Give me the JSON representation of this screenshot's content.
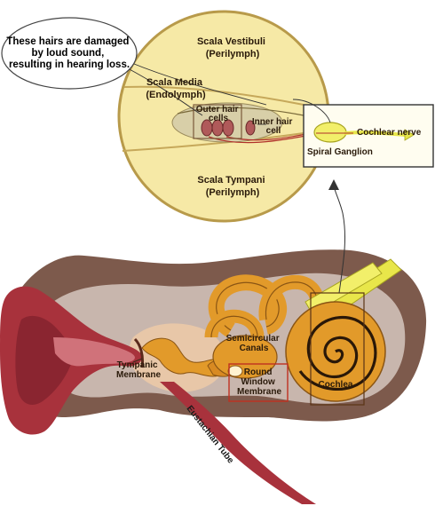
{
  "colors": {
    "circle_fill": "#f6e9a6",
    "circle_stroke": "#b89a4a",
    "ear_outer": "#7d5a4c",
    "ear_mid": "#c8b6ad",
    "canal_red": "#a8323c",
    "cochlea_orange": "#e29a2a",
    "nerve_yellow": "#e8e64a",
    "callout_red": "#c03020"
  },
  "labels": {
    "callout_text": [
      "These hairs are damaged",
      "by loud sound,",
      "resulting in hearing loss."
    ],
    "scala_vestibuli": [
      "Scala Vestibuli",
      "(Perilymph)"
    ],
    "scala_media": [
      "Scala Media",
      "(Endolymph)"
    ],
    "outer_hair_cells": [
      "Outer hair",
      "cells"
    ],
    "inner_hair_cell": [
      "Inner hair",
      "cell"
    ],
    "cochlear_nerve": "Cochlear nerve",
    "spiral_ganglion": "Spiral Ganglion",
    "scala_tympani": [
      "Scala Tympani",
      "(Perilymph)"
    ],
    "semicircular_canals": [
      "Semicircular",
      "Canals"
    ],
    "tympanic_membrane": [
      "Tympanic",
      "Membrane"
    ],
    "round_window_membrane": [
      "Round",
      "Window",
      "Membrane"
    ],
    "cochlea": "Cochlea",
    "eustachian_tube": "Eustachian Tube"
  }
}
